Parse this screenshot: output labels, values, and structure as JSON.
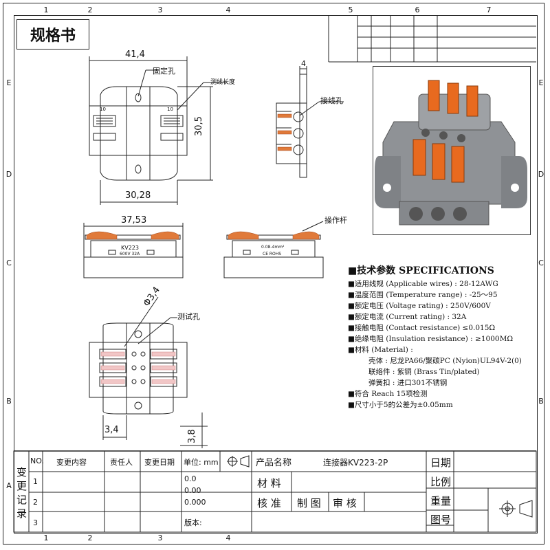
{
  "page": {
    "title": "规格书"
  },
  "grid": {
    "cols": [
      "1",
      "2",
      "3",
      "4",
      "5",
      "6",
      "7"
    ],
    "rows": [
      "E",
      "D",
      "C",
      "B",
      "A"
    ]
  },
  "drawing": {
    "top_view": {
      "dim_width": "41,4",
      "dim_height": "30,5",
      "dim_base": "30,28",
      "label_hole": "固定孔",
      "label_strip": "测线长度",
      "strip_mark": "10"
    },
    "side_view": {
      "dim_thickness": "4",
      "label_wire_hole": "接线孔"
    },
    "front_view": {
      "dim_width": "37,53",
      "model": "KV223",
      "rating": "600V 32A",
      "label_lever": "操作杆",
      "back_text_1": "0.08-4mm²",
      "back_text_2": "CE ROHS"
    },
    "bottom_view": {
      "dim_dia": "Φ3,4",
      "label_test_hole": "测试孔",
      "dim_a": "3,4",
      "dim_b": "3,8"
    }
  },
  "specs": {
    "heading": "■技术参数 SPECIFICATIONS",
    "lines": [
      "■适用线规 (Applicable wires) : 28-12AWG",
      "■温度范围 (Temperature range) : -25～95",
      "■额定电压 (Voltage rating) : 250V/600V",
      "■额定电流 (Current rating) : 32A",
      "■接触电阻 (Contact resistance) ≤0.015Ω",
      "■绝缘电阻 (Insulation resistance) : ≥1000MΩ",
      "■材料 (Material) :",
      "壳体 : 尼龙PA66/聚碳PC (Nyion)UL94V-2(0)",
      "联络件 : 紫铜 (Brass Tin/plated)",
      "弹簧扣 : 进口301不锈钢",
      "■符合 Reach 15项检测",
      "■尺寸小于5的公差为±0.05mm"
    ]
  },
  "title_block": {
    "left_vertical": [
      "变",
      "更",
      "记",
      "录"
    ],
    "no_header": "NO.",
    "col_content": "变更内容",
    "col_owner": "责任人",
    "col_date": "变更日期",
    "unit_label": "单位: mm",
    "rows": [
      "1",
      "2",
      "3"
    ],
    "tolerances": [
      "0.0",
      "0.00",
      "0.000"
    ],
    "version_label": "版本:",
    "product_name_label": "产品名称",
    "product_name": "连接器KV223-2P",
    "material_label": "材 料",
    "approve_label": "核 准",
    "draw_label": "制 图",
    "review_label": "审 核",
    "date_label": "日期",
    "scale_label": "比例",
    "weight_label": "重量",
    "drawing_no_label": "图号"
  }
}
